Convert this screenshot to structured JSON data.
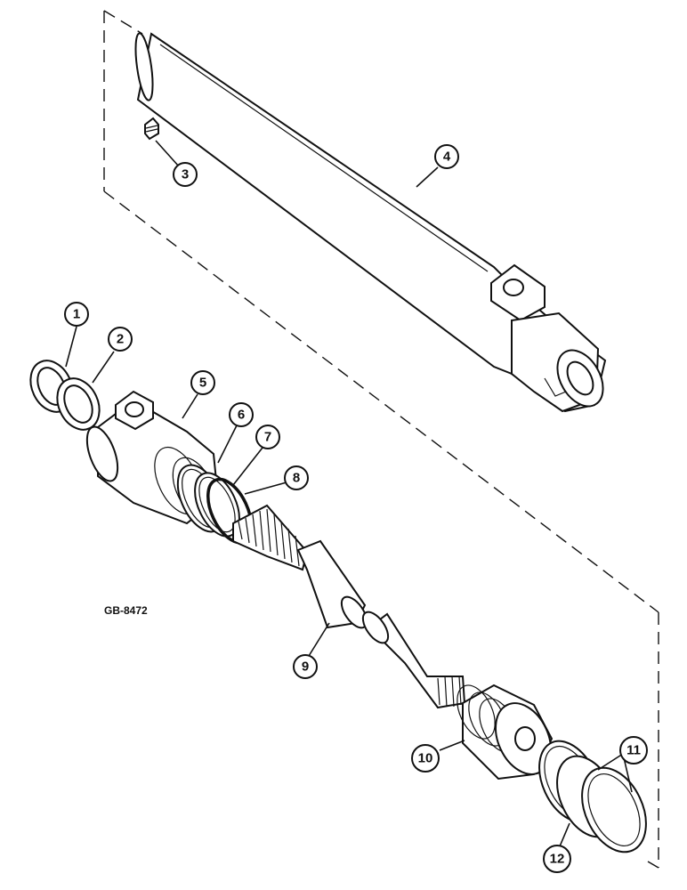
{
  "figure": {
    "reference_code": "GB-8472"
  },
  "callouts": [
    "1",
    "2",
    "3",
    "4",
    "5",
    "6",
    "7",
    "8",
    "9",
    "10",
    "11",
    "12"
  ],
  "parts": [
    {
      "number": "1",
      "icon": "wiper-seal-icon"
    },
    {
      "number": "2",
      "icon": "bushing-ring-icon"
    },
    {
      "number": "3",
      "icon": "grease-fitting-icon"
    },
    {
      "number": "4",
      "icon": "cylinder-barrel-icon"
    },
    {
      "number": "5",
      "icon": "cylinder-head-icon"
    },
    {
      "number": "6",
      "icon": "o-ring-icon"
    },
    {
      "number": "7",
      "icon": "backup-ring-icon"
    },
    {
      "number": "8",
      "icon": "snap-ring-icon"
    },
    {
      "number": "9",
      "icon": "piston-rod-icon"
    },
    {
      "number": "10",
      "icon": "piston-icon"
    },
    {
      "number": "11",
      "icon": "piston-seal-icon"
    },
    {
      "number": "12",
      "icon": "o-ring-icon"
    }
  ]
}
